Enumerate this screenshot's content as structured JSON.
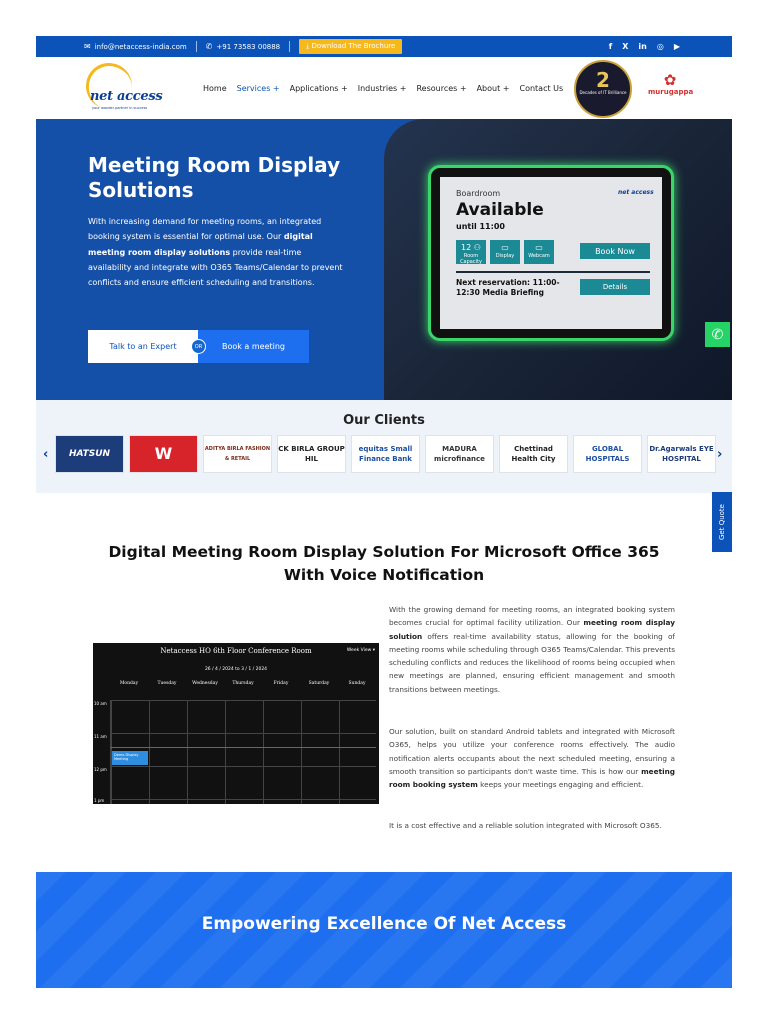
{
  "topbar": {
    "email": "info@netaccess-india.com",
    "phone": "+91 73583 00888",
    "brochure": "Download The Brochure",
    "social": [
      "f",
      "X",
      "in",
      "◎",
      "▶"
    ]
  },
  "brand": {
    "logo_text": "net access",
    "logo_tag": "your wonder partner in success"
  },
  "nav": {
    "items": [
      "Home",
      "Services +",
      "Applications +",
      "Industries +",
      "Resources +",
      "About +",
      "Contact Us"
    ],
    "badge_num": "2",
    "badge_text": "Decades of IT Brilliance",
    "partner": "murugappa"
  },
  "hero": {
    "title": "Meeting Room Display Solutions",
    "p1": "With increasing demand for meeting rooms, an integrated booking system is essential for optimal use. Our ",
    "p_bold": "digital meeting room display solutions",
    "p2": " provide real-time availability and integrate with O365 Teams/Calendar to prevent conflicts and ensure efficient scheduling and transitions.",
    "btn_expert": "Talk to an Expert",
    "btn_or": "OR",
    "btn_book": "Book a meeting"
  },
  "tablet": {
    "room": "Boardroom",
    "status": "Available",
    "until": "until 11:00",
    "tiles": [
      {
        "v": "12 ⚇",
        "l": "Room Capacity"
      },
      {
        "v": "▭",
        "l": "Display"
      },
      {
        "v": "▭",
        "l": "Webcam"
      }
    ],
    "book": "Book Now",
    "next": "Next reservation: 11:00-12:30 Media Briefing",
    "details": "Details",
    "logo": "net access"
  },
  "clients": {
    "title": "Our Clients",
    "logos": [
      "HATSUN",
      "W",
      "ADITYA BIRLA FASHION & RETAIL",
      "CK BIRLA GROUP HIL",
      "equitas Small Finance Bank",
      "MADURA microfinance",
      "Chettinad Health City",
      "GLOBAL HOSPITALS",
      "Dr.Agarwals EYE HOSPITAL"
    ]
  },
  "quote": "Get Quote",
  "content": {
    "heading": "Digital Meeting Room Display Solution For Microsoft Office 365 With Voice Notification",
    "para1a": "With the growing demand for meeting rooms, an integrated booking system becomes crucial for optimal facility utilization. Our ",
    "para1b": "meeting room display solution",
    "para1c": " offers real-time availability status, allowing for the booking of meeting rooms while scheduling through O365 Teams/Calendar. This prevents scheduling conflicts and reduces the likelihood of rooms being occupied when new meetings are planned, ensuring efficient management and smooth transitions between meetings.",
    "para2a": "Our solution, built on standard Android tablets and integrated with Microsoft O365, helps you utilize your conference rooms effectively. The audio notification alerts occupants about the next scheduled meeting, ensuring a smooth transition so participants don't waste time. This is how our ",
    "para2b": "meeting room booking system",
    "para2c": " keeps your meetings engaging and efficient.",
    "para3": "It is a cost effective and a reliable solution integrated with Microsoft O365."
  },
  "calendar": {
    "title": "Netaccess HO 6th Floor Conference Room",
    "view": "Week View ▾",
    "range": "26 / 4 / 2024 to 3 / 1 / 2024",
    "days": [
      "Monday",
      "Tuesday",
      "Wednesday",
      "Thursday",
      "Friday",
      "Saturday",
      "Sunday"
    ],
    "hours": [
      "10 am",
      "11 am",
      "12 pm",
      "1 pm"
    ],
    "event": "Demo Display Meeting"
  },
  "band": {
    "title": "Empowering Excellence Of Net Access"
  }
}
